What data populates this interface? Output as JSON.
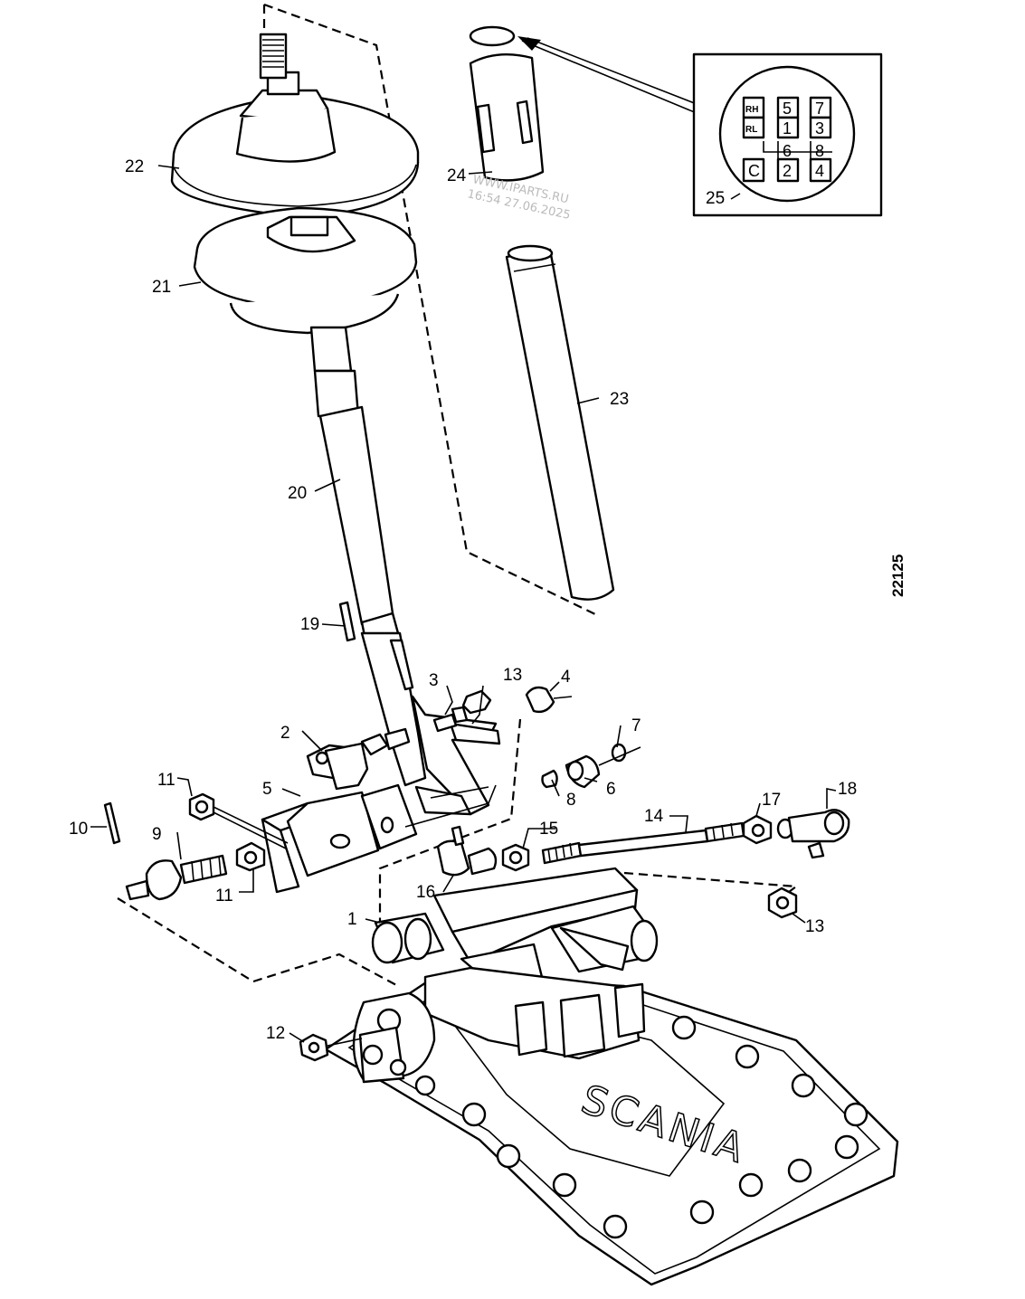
{
  "drawing_number": "22125",
  "watermark": {
    "line1": "WWW.IPARTS.RU",
    "line2": "16:54 27.06.2025"
  },
  "gear_pattern": {
    "rh": "RH",
    "rl": "RL",
    "g5": "5",
    "g7": "7",
    "g1": "1",
    "g3": "3",
    "g6": "6",
    "g8": "8",
    "g2": "2",
    "g4": "4",
    "c": "C"
  },
  "callouts": [
    {
      "id": "c1",
      "text": "1"
    },
    {
      "id": "c2",
      "text": "2"
    },
    {
      "id": "c3",
      "text": "3"
    },
    {
      "id": "c4",
      "text": "4"
    },
    {
      "id": "c5",
      "text": "5"
    },
    {
      "id": "c6",
      "text": "6"
    },
    {
      "id": "c7",
      "text": "7"
    },
    {
      "id": "c8",
      "text": "8"
    },
    {
      "id": "c9",
      "text": "9"
    },
    {
      "id": "c10",
      "text": "10"
    },
    {
      "id": "c11a",
      "text": "11"
    },
    {
      "id": "c11b",
      "text": "11"
    },
    {
      "id": "c12",
      "text": "12"
    },
    {
      "id": "c13a",
      "text": "13"
    },
    {
      "id": "c13b",
      "text": "13"
    },
    {
      "id": "c14",
      "text": "14"
    },
    {
      "id": "c15",
      "text": "15"
    },
    {
      "id": "c16",
      "text": "16"
    },
    {
      "id": "c17",
      "text": "17"
    },
    {
      "id": "c18",
      "text": "18"
    },
    {
      "id": "c19",
      "text": "19"
    },
    {
      "id": "c20",
      "text": "20"
    },
    {
      "id": "c21",
      "text": "21"
    },
    {
      "id": "c22",
      "text": "22"
    },
    {
      "id": "c23",
      "text": "23"
    },
    {
      "id": "c24",
      "text": "24"
    },
    {
      "id": "c25",
      "text": "25"
    }
  ],
  "housing_logo": "SCANIA"
}
